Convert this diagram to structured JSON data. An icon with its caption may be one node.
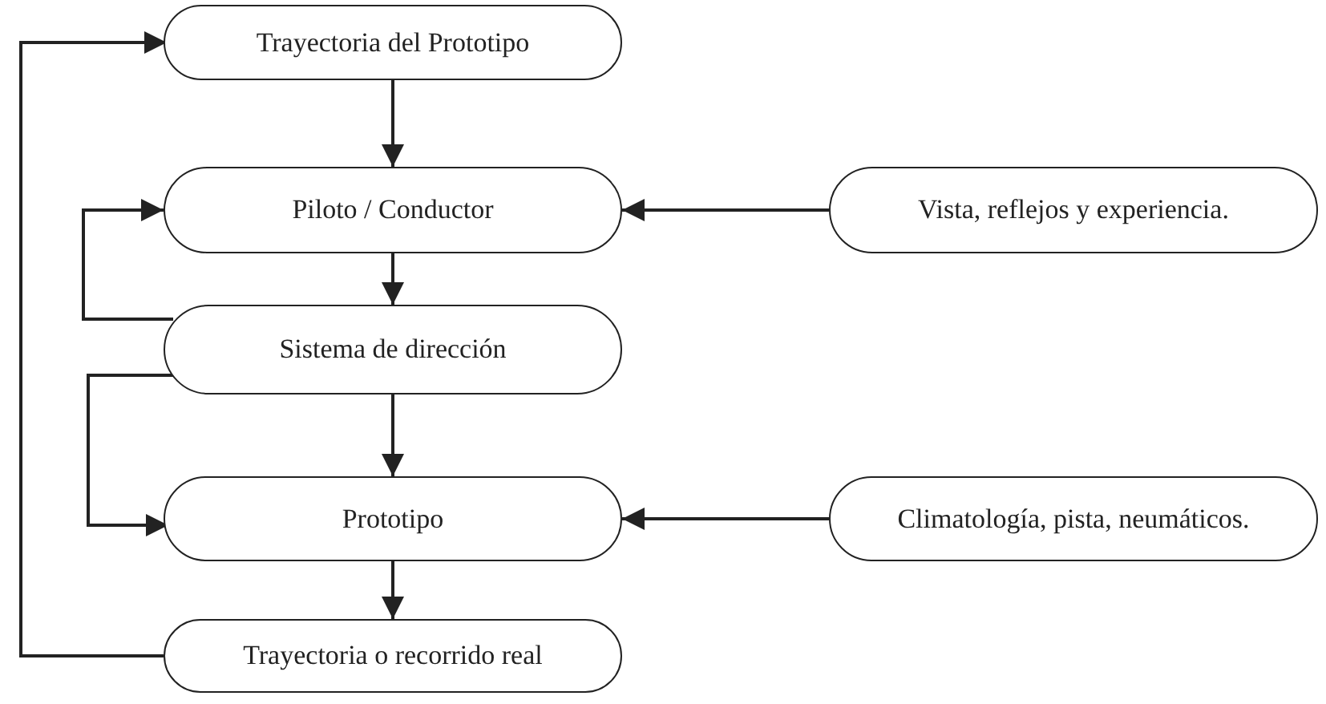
{
  "diagram": {
    "nodes": [
      {
        "text": [
          "Trayectoria del Prototipo"
        ]
      },
      {
        "text": [
          "Piloto / Conductor"
        ]
      },
      {
        "text": [
          "Vista, reflejos y experiencia."
        ]
      },
      {
        "text": [
          "Sistema de dirección"
        ]
      },
      {
        "text": [
          "Prototipo"
        ]
      },
      {
        "text": [
          "Climatología, pista, neumáticos."
        ]
      },
      {
        "text": [
          "Trayectoria o recorrido real"
        ]
      }
    ],
    "edges": [
      {
        "from": 0,
        "to": 1,
        "arrow": "to"
      },
      {
        "from": 2,
        "to": 1,
        "arrow": "to"
      },
      {
        "from": 1,
        "to": 3,
        "arrow": "to"
      },
      {
        "from": 3,
        "to": 1,
        "arrow": "to"
      },
      {
        "from": 3,
        "to": 4,
        "arrow": "to"
      },
      {
        "from": 3,
        "to": 4,
        "arrow": "to"
      },
      {
        "from": 5,
        "to": 4,
        "arrow": "to"
      },
      {
        "from": 4,
        "to": 6,
        "arrow": "to"
      },
      {
        "from": 6,
        "to": 0,
        "arrow": "to"
      }
    ]
  }
}
